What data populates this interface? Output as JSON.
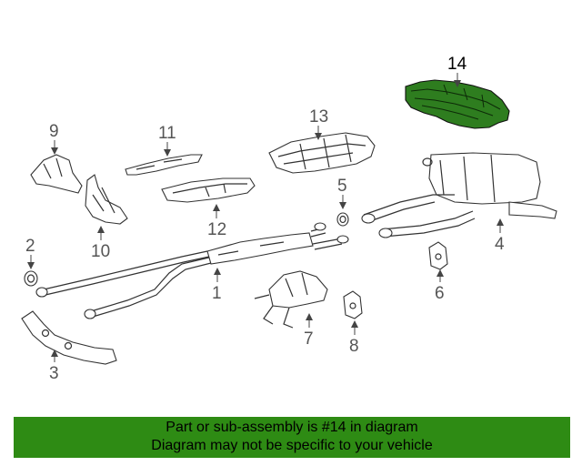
{
  "diagram": {
    "callouts": [
      {
        "id": "1",
        "label": "1"
      },
      {
        "id": "2",
        "label": "2"
      },
      {
        "id": "3",
        "label": "3"
      },
      {
        "id": "4",
        "label": "4"
      },
      {
        "id": "5",
        "label": "5"
      },
      {
        "id": "6",
        "label": "6"
      },
      {
        "id": "7",
        "label": "7"
      },
      {
        "id": "8",
        "label": "8"
      },
      {
        "id": "9",
        "label": "9"
      },
      {
        "id": "10",
        "label": "10"
      },
      {
        "id": "11",
        "label": "11"
      },
      {
        "id": "12",
        "label": "12"
      },
      {
        "id": "13",
        "label": "13"
      },
      {
        "id": "14",
        "label": "14"
      }
    ],
    "highlighted_part": "14",
    "highlight_color": "#2e7d1f"
  },
  "footer": {
    "line1": "Part or sub-assembly is #14 in diagram",
    "line2": "Diagram may not be specific to your vehicle",
    "background_color": "#2e8b14"
  }
}
